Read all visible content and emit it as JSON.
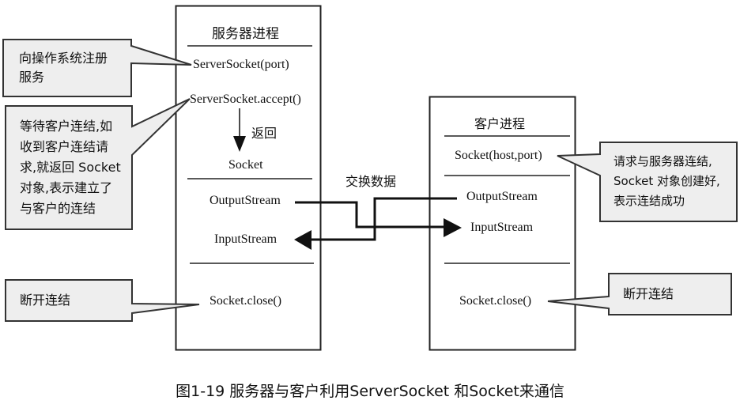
{
  "diagram": {
    "server": {
      "title": "服务器进程",
      "items": {
        "server_socket": "ServerSocket(port)",
        "accept": "ServerSocket.accept()",
        "return_label": "返回",
        "socket": "Socket",
        "output_stream": "OutputStream",
        "input_stream": "InputStream",
        "close": "Socket.close()"
      }
    },
    "client": {
      "title": "客户进程",
      "items": {
        "socket": "Socket(host,port)",
        "output_stream": "OutputStream",
        "input_stream": "InputStream",
        "close": "Socket.close()"
      }
    },
    "exchange_label": "交换数据",
    "callouts": [
      {
        "lines": [
          "向操作系统注册",
          "服务"
        ]
      },
      {
        "lines": [
          "等待客户连结,如",
          "收到客户连结请",
          "求,就返回 Socket",
          "对象,表示建立了",
          "与客户的连结"
        ]
      },
      {
        "lines": [
          "断开连结"
        ]
      },
      {
        "lines": [
          "请求与服务器连结,",
          "Socket 对象创建好,",
          "表示连结成功"
        ]
      },
      {
        "lines": [
          "断开连结"
        ]
      }
    ],
    "colors": {
      "line": "#111111",
      "callout_fill": "#eeeeee",
      "callout_stroke": "#333333"
    }
  },
  "caption": "图1-19 服务器与客户利用ServerSocket 和Socket来通信"
}
